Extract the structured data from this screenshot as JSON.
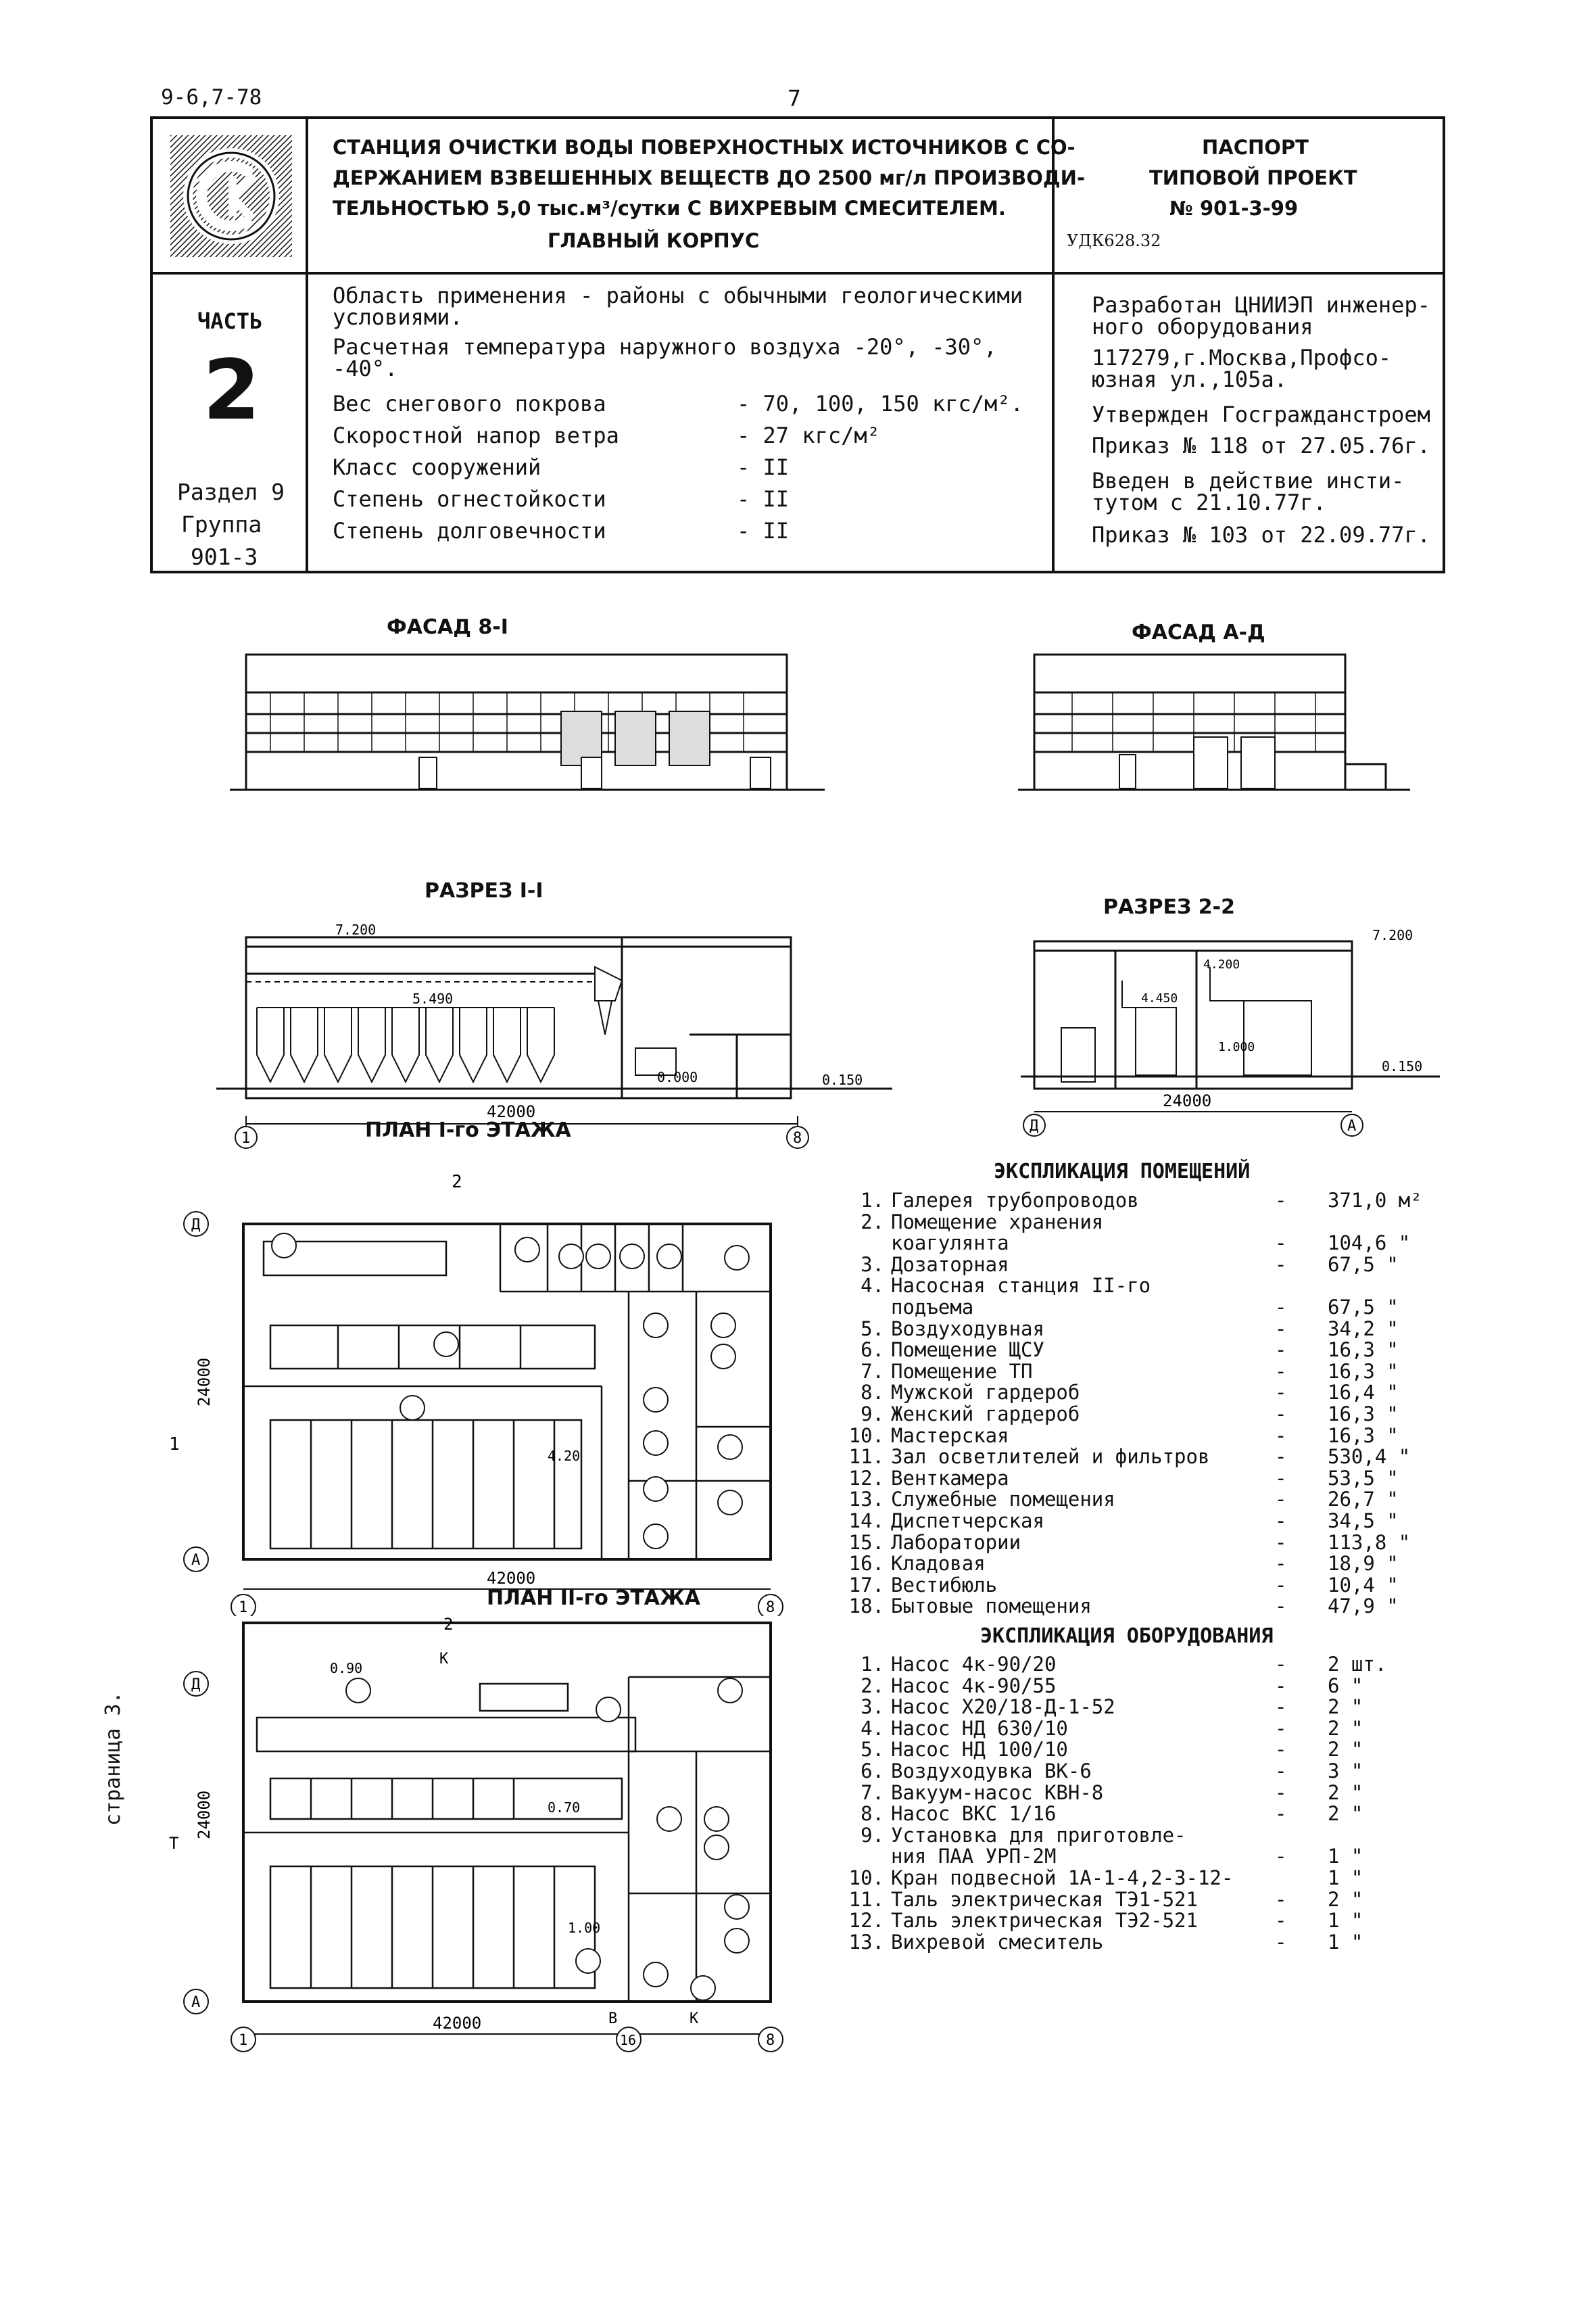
{
  "page": {
    "doc_code": "9-6,7-78",
    "page_number": "7",
    "side_label": "страница 3."
  },
  "header": {
    "title_lines": [
      "СТАНЦИЯ ОЧИСТКИ ВОДЫ ПОВЕРХНОСТНЫХ ИСТОЧНИКОВ С СО-",
      "ДЕРЖАНИЕМ ВЗВЕШЕННЫХ ВЕЩЕСТВ ДО 2500 мг/л ПРОИЗВОДИ-",
      "ТЕЛЬНОСТЬЮ 5,0 тыс.м³/сутки С ВИХРЕВЫМ СМЕСИТЕЛЕМ.",
      "ГЛАВНЫЙ КОРПУС"
    ],
    "passport": "ПАСПОРТ",
    "project_label": "ТИПОВОЙ ПРОЕКТ",
    "project_number": "№ 901-3-99",
    "udk": "УДК628.32"
  },
  "part": {
    "label": "ЧАСТЬ",
    "number": "2",
    "section": "Раздел 9",
    "group_label": "Группа",
    "group": "901-3"
  },
  "conditions": {
    "area": "Область применения - районы с обычными геологическими",
    "area2": "условиями.",
    "temp": "Расчетная температура наружного воздуха -20°, -30°,",
    "temp2": "-40°.",
    "rows": [
      {
        "label": "Вес снегового покрова",
        "value": "- 70, 100, 150 кгс/м²."
      },
      {
        "label": "Скоростной напор ветра",
        "value": "- 27 кгс/м²"
      },
      {
        "label": "Класс сооружений",
        "value": "- II"
      },
      {
        "label": "Степень огнестойкости",
        "value": "- II"
      },
      {
        "label": "Степень долговечности",
        "value": "- II"
      }
    ]
  },
  "developer": {
    "l1": "Разработан ЦНИИЭП инженер-",
    "l2": "ного оборудования",
    "l3": "117279,г.Москва,Профсо-",
    "l4": "юзная ул.,105а.",
    "l5": "Утвержден Госгражданстроем",
    "l6": "Приказ № 118 от 27.05.76г.",
    "l7": "Введен в действие инсти-",
    "l8": "тутом с 21.10.77г.",
    "l9": "Приказ № 103 от 22.09.77г."
  },
  "drawings": {
    "facade1": "ФАСАД 8-I",
    "facade2": "ФАСАД А-Д",
    "section1": "РАЗРЕЗ I-I",
    "section2": "РАЗРЕЗ 2-2",
    "plan1": "ПЛАН I-го ЭТАЖА",
    "plan2": "ПЛАН II-го ЭТАЖА",
    "dim_42000": "42000",
    "dim_24000": "24000",
    "mark_7200": "7.200",
    "mark_5490": "5.490",
    "mark_0000": "0.000",
    "mark_0150": "0.150",
    "mark_4200": "4.200",
    "mark_4450": "4.450",
    "mark_1000": "1.000",
    "mark_090": "0.90",
    "mark_070": "0.70",
    "mark_420": "4.20",
    "mark_100": "1.00",
    "axis_1": "1",
    "axis_8": "8",
    "axis_A": "А",
    "axis_D": "Д",
    "axis_16": "16",
    "lbl_B": "В",
    "lbl_K": "К",
    "lbl_T": "Т",
    "cut_2": "2",
    "cut_1": "1"
  },
  "rooms": {
    "title": "ЭКСПЛИКАЦИЯ ПОМЕЩЕНИЙ",
    "items": [
      {
        "n": "1.",
        "name": "Галерея трубопроводов",
        "dash": "-",
        "value": "371,0 м²"
      },
      {
        "n": "2.",
        "name": "Помещение хранения",
        "dash": "",
        "value": ""
      },
      {
        "n": "",
        "name": "коагулянта",
        "dash": "-",
        "value": "104,6 \""
      },
      {
        "n": "3.",
        "name": "Дозаторная",
        "dash": "-",
        "value": "67,5 \""
      },
      {
        "n": "4.",
        "name": "Насосная станция II-го",
        "dash": "",
        "value": ""
      },
      {
        "n": "",
        "name": "подъема",
        "dash": "-",
        "value": "67,5 \""
      },
      {
        "n": "5.",
        "name": "Воздуходувная",
        "dash": "-",
        "value": "34,2 \""
      },
      {
        "n": "6.",
        "name": "Помещение ЩСУ",
        "dash": "-",
        "value": "16,3 \""
      },
      {
        "n": "7.",
        "name": "Помещение ТП",
        "dash": "-",
        "value": "16,3 \""
      },
      {
        "n": "8.",
        "name": "Мужской гардероб",
        "dash": "-",
        "value": "16,4 \""
      },
      {
        "n": "9.",
        "name": "Женский гардероб",
        "dash": "-",
        "value": "16,3 \""
      },
      {
        "n": "10.",
        "name": "Мастерская",
        "dash": "-",
        "value": "16,3 \""
      },
      {
        "n": "11.",
        "name": "Зал осветлителей и фильтров",
        "dash": "-",
        "value": "530,4 \""
      },
      {
        "n": "12.",
        "name": "Венткамера",
        "dash": "-",
        "value": "53,5 \""
      },
      {
        "n": "13.",
        "name": "Служебные помещения",
        "dash": "-",
        "value": "26,7 \""
      },
      {
        "n": "14.",
        "name": "Диспетчерская",
        "dash": "-",
        "value": "34,5 \""
      },
      {
        "n": "15.",
        "name": "Лаборатории",
        "dash": "-",
        "value": "113,8 \""
      },
      {
        "n": "16.",
        "name": "Кладовая",
        "dash": "-",
        "value": "18,9 \""
      },
      {
        "n": "17.",
        "name": "Вестибюль",
        "dash": "-",
        "value": "10,4 \""
      },
      {
        "n": "18.",
        "name": "Бытовые помещения",
        "dash": "-",
        "value": "47,9 \""
      }
    ]
  },
  "equipment": {
    "title": "ЭКСПЛИКАЦИЯ ОБОРУДОВАНИЯ",
    "items": [
      {
        "n": "1.",
        "name": "Насос 4к-90/20",
        "dash": "-",
        "value": "2 шт."
      },
      {
        "n": "2.",
        "name": "Насос 4к-90/55",
        "dash": "-",
        "value": "6 \""
      },
      {
        "n": "3.",
        "name": "Насос Х20/18-Д-1-52",
        "dash": "-",
        "value": "2 \""
      },
      {
        "n": "4.",
        "name": "Насос НД 630/10",
        "dash": "-",
        "value": "2 \""
      },
      {
        "n": "5.",
        "name": "Насос НД 100/10",
        "dash": "-",
        "value": "2 \""
      },
      {
        "n": "6.",
        "name": "Воздуходувка ВК-6",
        "dash": "-",
        "value": "3 \""
      },
      {
        "n": "7.",
        "name": "Вакуум-насос КВН-8",
        "dash": "-",
        "value": "2 \""
      },
      {
        "n": "8.",
        "name": "Насос ВКС 1/16",
        "dash": "-",
        "value": "2 \""
      },
      {
        "n": "9.",
        "name": "Установка для приготовле-",
        "dash": "",
        "value": ""
      },
      {
        "n": "",
        "name": "ния ПАА УРП-2М",
        "dash": "-",
        "value": "1 \""
      },
      {
        "n": "10.",
        "name": "Кран подвесной 1А-1-4,2-3-12-",
        "dash": "",
        "value": "1 \""
      },
      {
        "n": "11.",
        "name": "Таль электрическая ТЭ1-521",
        "dash": "-",
        "value": "2 \""
      },
      {
        "n": "12.",
        "name": "Таль электрическая ТЭ2-521",
        "dash": "-",
        "value": "1 \""
      },
      {
        "n": "13.",
        "name": "Вихревой смеситель",
        "dash": "-",
        "value": "1 \""
      }
    ]
  }
}
